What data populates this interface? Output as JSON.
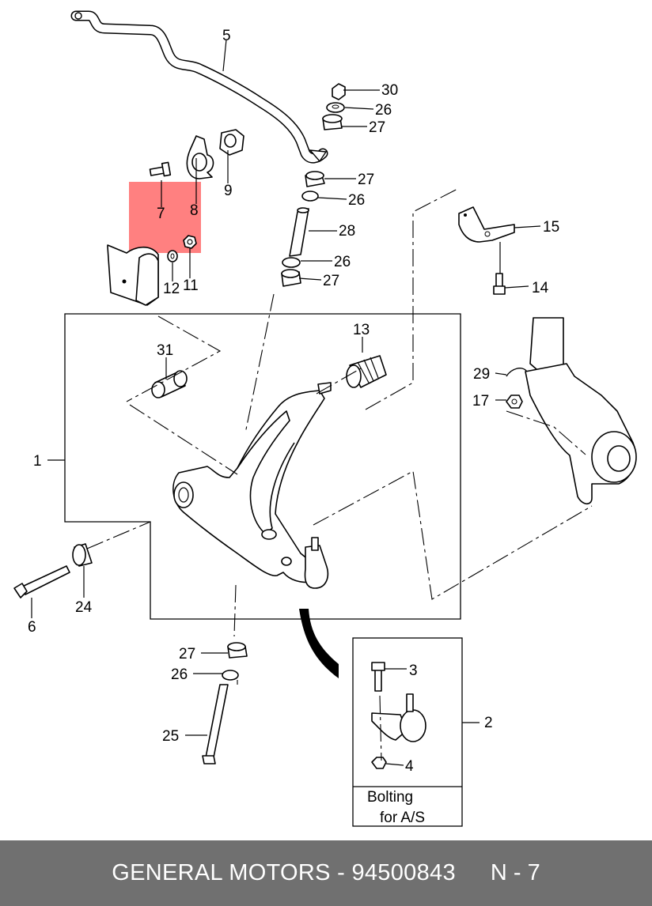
{
  "colors": {
    "footer_bg": "#707070",
    "footer_text": "#ffffff",
    "highlight": "#ff8080"
  },
  "callouts": {
    "c1": "1",
    "c2": "2",
    "c3": "3",
    "c4": "4",
    "c5": "5",
    "c6": "6",
    "c7": "7",
    "c8": "8",
    "c9": "9",
    "c11": "11",
    "c12": "12",
    "c13": "13",
    "c14": "14",
    "c15": "15",
    "c17": "17",
    "c24": "24",
    "c25": "25",
    "c26a": "26",
    "c26b": "26",
    "c26c": "26",
    "c26d": "26",
    "c27a": "27",
    "c27b": "27",
    "c27c": "27",
    "c27d": "27",
    "c28": "28",
    "c29": "29",
    "c30": "30",
    "c31": "31"
  },
  "inset": {
    "line1": "Bolting",
    "line2": "for  A/S"
  },
  "footer": {
    "main": "GENERAL MOTORS - 94500843",
    "page": "N - 7"
  }
}
